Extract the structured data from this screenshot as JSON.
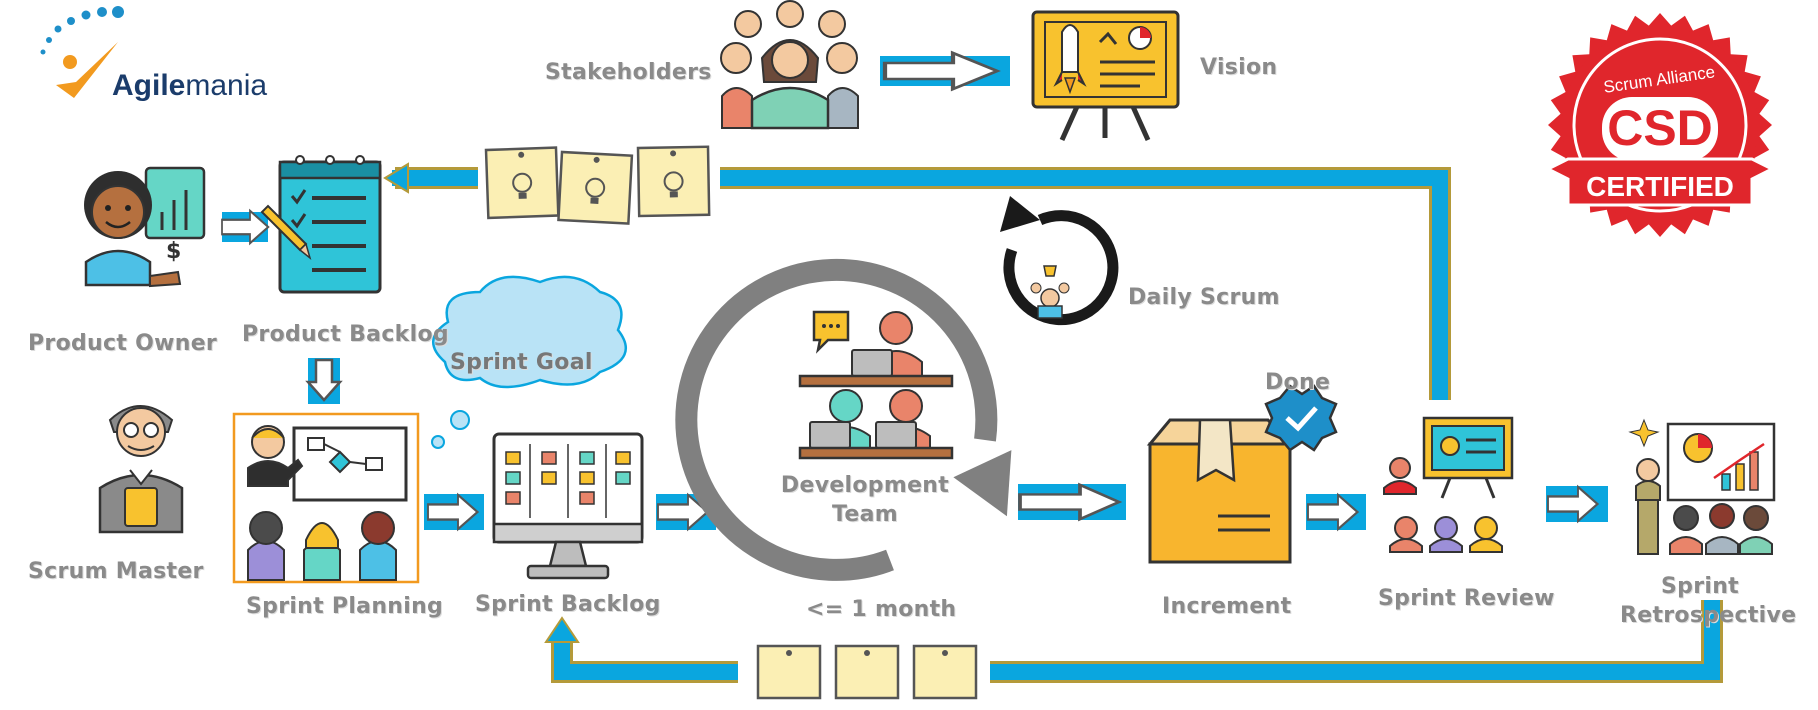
{
  "brand": {
    "name_part1": "Agile",
    "name_part2": "mania"
  },
  "badge": {
    "top_text": "Scrum Alliance",
    "main_text": "CSD",
    "bottom_text": "CERTIFIED",
    "color": "#e0262c"
  },
  "labels": {
    "stakeholders": "Stakeholders",
    "vision": "Vision",
    "product_owner": "Product Owner",
    "product_backlog": "Product Backlog",
    "sprint_goal": "Sprint Goal",
    "scrum_master": "Scrum Master",
    "sprint_planning": "Sprint Planning",
    "sprint_backlog": "Sprint Backlog",
    "development_team_line1": "Development",
    "development_team_line2": "Team",
    "daily_scrum": "Daily Scrum",
    "timebox": "<= 1 month",
    "done": "Done",
    "increment": "Increment",
    "sprint_review": "Sprint Review",
    "sprint_retrospective_line1": "Sprint",
    "sprint_retrospective_line2": "Retrospective"
  },
  "icons": {
    "logo": "agilemania-logo-icon",
    "stakeholders": "stakeholders-group-icon",
    "vision": "vision-easel-icon",
    "product_owner": "product-owner-icon",
    "product_backlog": "notepad-checklist-icon",
    "scrum_master": "scrum-master-icon",
    "sprint_planning": "sprint-planning-icon",
    "sprint_backlog": "kanban-monitor-icon",
    "development_team": "development-team-icon",
    "daily_scrum": "daily-scrum-cycle-icon",
    "increment": "box-done-icon",
    "sprint_review": "sprint-review-icon",
    "sprint_retrospective": "retrospective-icon"
  },
  "colors": {
    "flow_line": "#0aa6df",
    "line_border": "#b49a3a",
    "arrow_fill": "#ffffff",
    "label_gray": "#8a8a8a",
    "sticky_note": "#fbefb4",
    "cycle_gray": "#808080",
    "cloud": "#b9e3f6"
  }
}
